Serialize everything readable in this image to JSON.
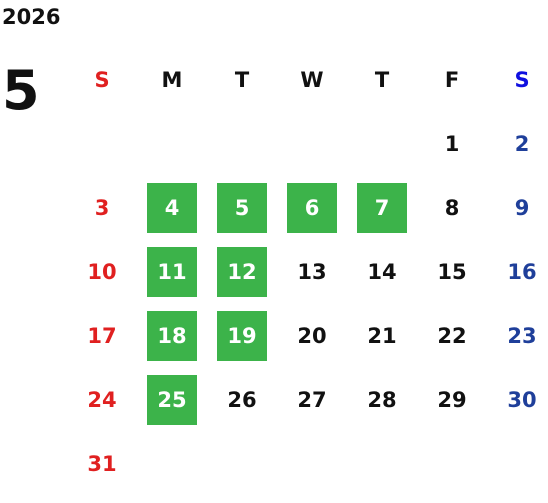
{
  "year": "2026",
  "month": "5",
  "weekdays": [
    {
      "label": "S",
      "cls": "sun"
    },
    {
      "label": "M",
      "cls": ""
    },
    {
      "label": "T",
      "cls": ""
    },
    {
      "label": "W",
      "cls": ""
    },
    {
      "label": "T",
      "cls": ""
    },
    {
      "label": "F",
      "cls": ""
    },
    {
      "label": "S",
      "cls": "sat-hdr"
    }
  ],
  "weeks": [
    [
      null,
      null,
      null,
      null,
      null,
      {
        "d": "1"
      },
      {
        "d": "2"
      }
    ],
    [
      {
        "d": "3"
      },
      {
        "d": "4",
        "hl": true
      },
      {
        "d": "5",
        "hl": true
      },
      {
        "d": "6",
        "hl": true
      },
      {
        "d": "7",
        "hl": true
      },
      {
        "d": "8"
      },
      {
        "d": "9"
      }
    ],
    [
      {
        "d": "10"
      },
      {
        "d": "11",
        "hl": true
      },
      {
        "d": "12",
        "hl": true
      },
      {
        "d": "13"
      },
      {
        "d": "14"
      },
      {
        "d": "15"
      },
      {
        "d": "16"
      }
    ],
    [
      {
        "d": "17"
      },
      {
        "d": "18",
        "hl": true
      },
      {
        "d": "19",
        "hl": true
      },
      {
        "d": "20"
      },
      {
        "d": "21"
      },
      {
        "d": "22"
      },
      {
        "d": "23"
      }
    ],
    [
      {
        "d": "24"
      },
      {
        "d": "25",
        "hl": true
      },
      {
        "d": "26"
      },
      {
        "d": "27"
      },
      {
        "d": "28"
      },
      {
        "d": "29"
      },
      {
        "d": "30"
      }
    ],
    [
      {
        "d": "31"
      },
      null,
      null,
      null,
      null,
      null,
      null
    ]
  ],
  "colors": {
    "sunday": "#e02020",
    "saturday": "#1f3f9a",
    "highlight": "#3cb34a"
  }
}
